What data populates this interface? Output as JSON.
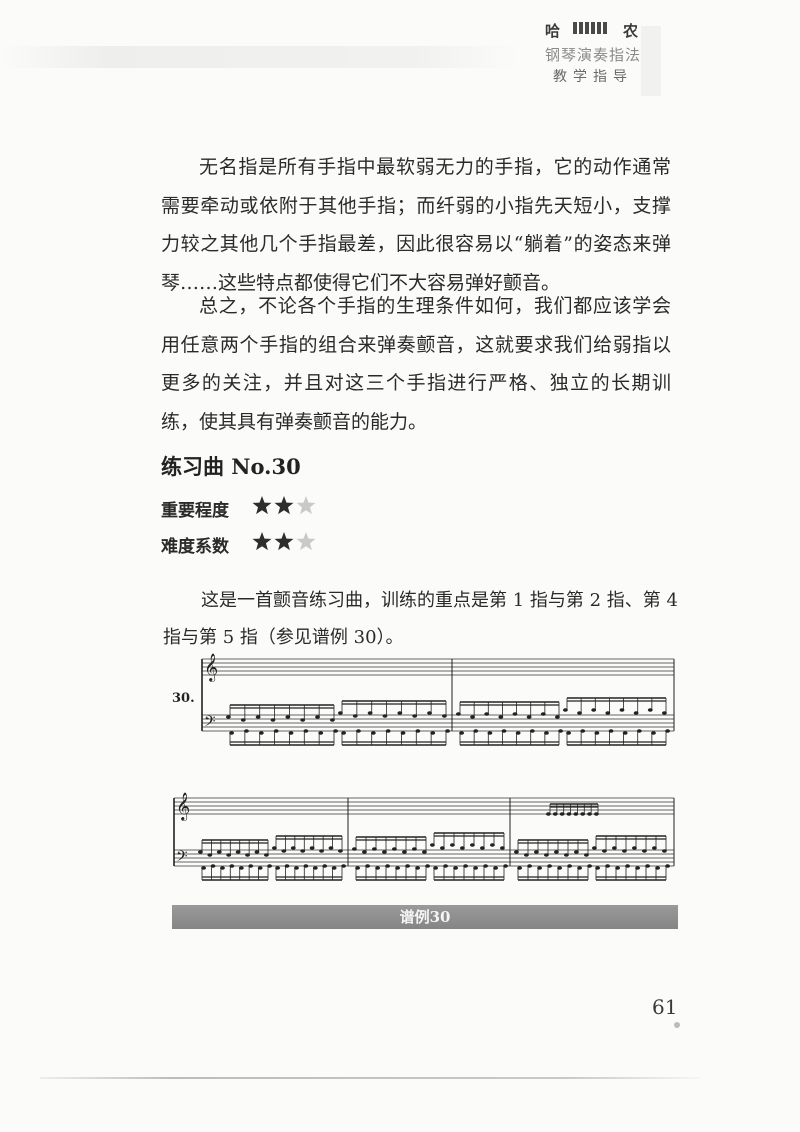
{
  "header": {
    "left_char": "哈",
    "right_char": "农",
    "subtitle": "钢琴演奏指法",
    "subtitle2": "教学指导"
  },
  "body": {
    "paragraph1": "无名指是所有手指中最软弱无力的手指，它的动作通常需要牵动或依附于其他手指；而纤弱的小指先天短小，支撑力较之其他几个手指最差，因此很容易以“躺着”的姿态来弹琴……这些特点都使得它们不大容易弹好颤音。",
    "paragraph2": "总之，不论各个手指的生理条件如何，我们都应该学会用任意两个手指的组合来弹奏颤音，这就要求我们给弱指以更多的关注，并且对这三个手指进行严格、独立的长期训练，使其具有弹奏颤音的能力。"
  },
  "etude": {
    "title": "练习曲 No.30",
    "importance_label": "重要程度",
    "importance_rating": 2,
    "difficulty_label": "难度系数",
    "difficulty_rating": 2,
    "rating_max": 3,
    "description": "这是一首颤音练习曲，训练的重点是第 1 指与第 2 指、第 4 指与第 5 指（参见谱例 30）。",
    "example_number": "30.",
    "caption": "谱例30"
  },
  "footer": {
    "page_number": "61"
  }
}
